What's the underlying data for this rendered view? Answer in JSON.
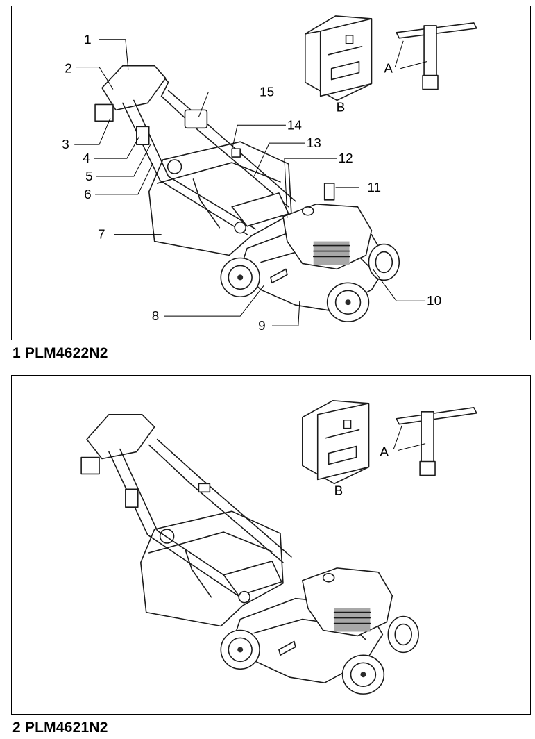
{
  "figure1": {
    "number": "1",
    "model": "PLM4622N2",
    "callouts": [
      "1",
      "2",
      "3",
      "4",
      "5",
      "6",
      "7",
      "8",
      "9",
      "10",
      "11",
      "12",
      "13",
      "14",
      "15"
    ],
    "accessory_labels": {
      "wrench": "A",
      "mulching_plug": "B"
    }
  },
  "figure2": {
    "number": "2",
    "model": "PLM4621N2",
    "accessory_labels": {
      "wrench": "A",
      "mulching_plug": "B"
    }
  }
}
